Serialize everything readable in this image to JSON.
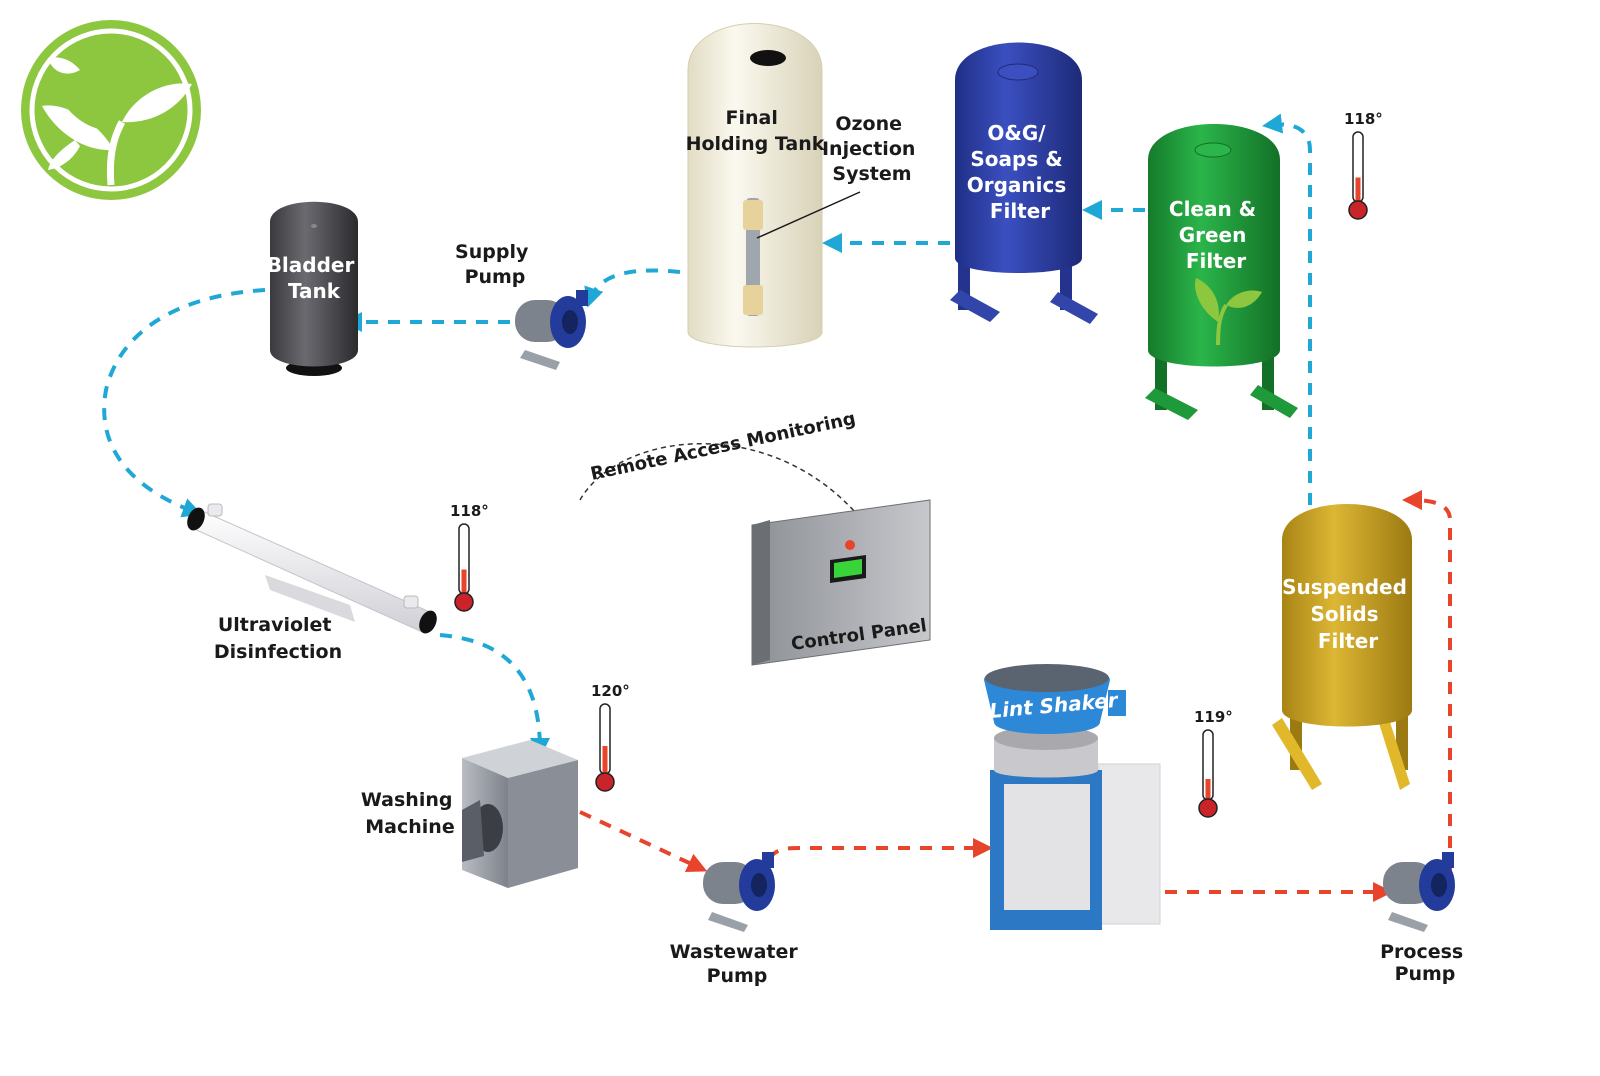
{
  "labels": {
    "bladder_tank": [
      "Bladder",
      "Tank"
    ],
    "supply_pump": [
      "Supply",
      "Pump"
    ],
    "final_holding_tank": [
      "Final",
      "Holding Tank"
    ],
    "ozone": [
      "Ozone",
      "Injection",
      "System"
    ],
    "og_filter": [
      "O&G/",
      "Soaps &",
      "Organics",
      "Filter"
    ],
    "clean_green": [
      "Clean &",
      "Green",
      "Filter"
    ],
    "uv": [
      "Ultraviolet",
      "Disinfection"
    ],
    "remote": "Remote Access Monitoring",
    "control_panel": "Control Panel",
    "washing_machine": [
      "Washing",
      "Machine"
    ],
    "wastewater_pump": [
      "Wastewater",
      "Pump"
    ],
    "lint_shaker": "Lint Shaker",
    "suspended_solids": [
      "Suspended",
      "Solids",
      "Filter"
    ],
    "process_pump": [
      "Process",
      "Pump"
    ]
  },
  "temperatures": [
    {
      "id": "top-right",
      "label": "118°",
      "fill": 0.35
    },
    {
      "id": "uv",
      "label": "118°",
      "fill": 0.35
    },
    {
      "id": "washer",
      "label": "120°",
      "fill": 0.4
    },
    {
      "id": "lint",
      "label": "119°",
      "fill": 0.3
    }
  ],
  "colors": {
    "clean_flow": "#1fa8d6",
    "dirty_flow": "#e8442c",
    "logo_green": "#8dc63f",
    "og_tank": "#2d3fa0",
    "green_tank": "#1f9a3a",
    "yellow_tank": "#c9a11e",
    "holding_tank": "#f3f0e2",
    "bladder": "#4a4a4f",
    "pump_blue": "#233c9c"
  },
  "icons": {
    "logo": "leaf-sprout-logo-icon",
    "leaf": "leaf-icon"
  }
}
